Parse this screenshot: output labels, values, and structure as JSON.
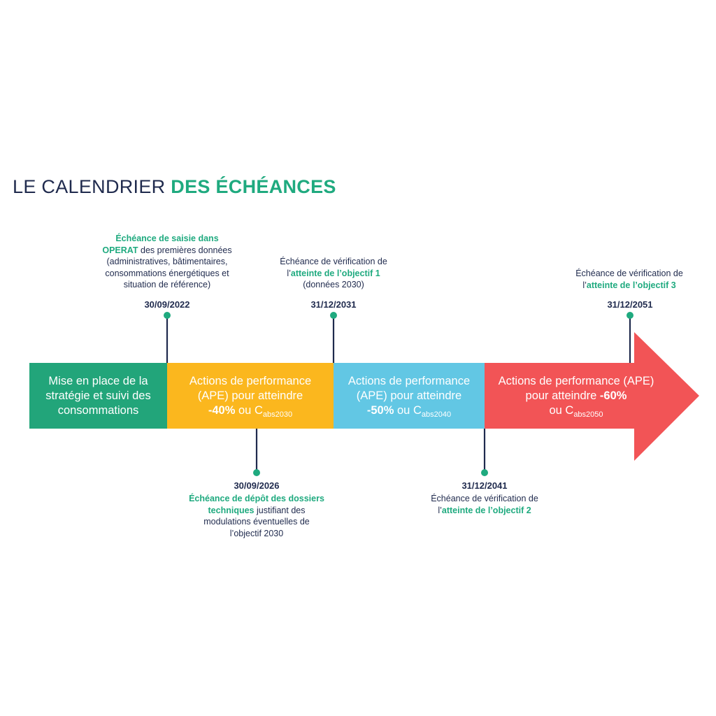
{
  "title": {
    "part1": "LE CALENDRIER ",
    "part2": "DES ÉCHÉANCES"
  },
  "colors": {
    "navy": "#1f2a4d",
    "green": "#1faa7f",
    "phase1": "#22a57a",
    "phase2": "#fbb71e",
    "phase3": "#62c7e4",
    "phase4": "#f25456"
  },
  "phases": [
    {
      "lines": [
        "Mise en place de la",
        "stratégie et suivi des",
        "consommations"
      ]
    },
    {
      "l1": "Actions de performance",
      "l2": "(APE) pour atteindre",
      "pct": "-40%",
      "ou": " ou  C",
      "sub": "abs2030"
    },
    {
      "l1": "Actions de performance",
      "l2": "(APE) pour atteindre",
      "pct": "-50%",
      "ou": " ou C",
      "sub": "abs2040"
    },
    {
      "l1": "Actions de performance (APE)",
      "l2": "pour atteindre ",
      "pct": "-60%",
      "ou": "ou  C",
      "sub": "abs2050"
    }
  ],
  "milestones": {
    "m2022": {
      "date": "30/09/2022",
      "bold1": "Échéance de saisie dans",
      "bold2": "OPERAT",
      "rest1": " des premières données",
      "rest2": "(administratives, bâtimentaires,",
      "rest3": "consommations énergétiques et",
      "rest4": "situation de référence)"
    },
    "m2026": {
      "date": "30/09/2026",
      "bold1": "Échéance de dépôt des dossiers",
      "bold2": "techniques",
      "rest1": " justifiant des",
      "rest2": "modulations éventuelles de",
      "rest3": "l’objectif 2030"
    },
    "m2031": {
      "date": "31/12/2031",
      "line1": "Échéance de vérification de",
      "pre": "l’",
      "bold": "atteinte de l’objectif 1",
      "line3": "(données 2030)"
    },
    "m2041": {
      "date": "31/12/2041",
      "line1": "Échéance de vérification de",
      "pre": "l’",
      "bold": "atteinte de l’objectif 2"
    },
    "m2051": {
      "date": "31/12/2051",
      "line1": "Échéance de vérification de",
      "pre": "l’",
      "bold": "atteinte de l’objectif 3"
    }
  }
}
